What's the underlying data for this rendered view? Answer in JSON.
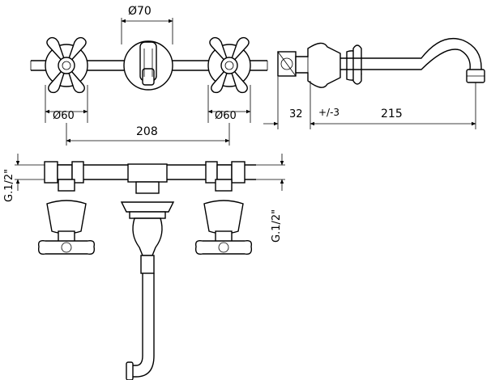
{
  "dimensions": {
    "diam_70": "Ø70",
    "diam_60_left": "Ø60",
    "diam_60_right": "Ø60",
    "dist_208": "208",
    "wall_32": "32",
    "tolerance": "+/-3",
    "spout_215": "215",
    "thread_left": "G.1/2\"",
    "thread_right": "G.1/2\""
  }
}
